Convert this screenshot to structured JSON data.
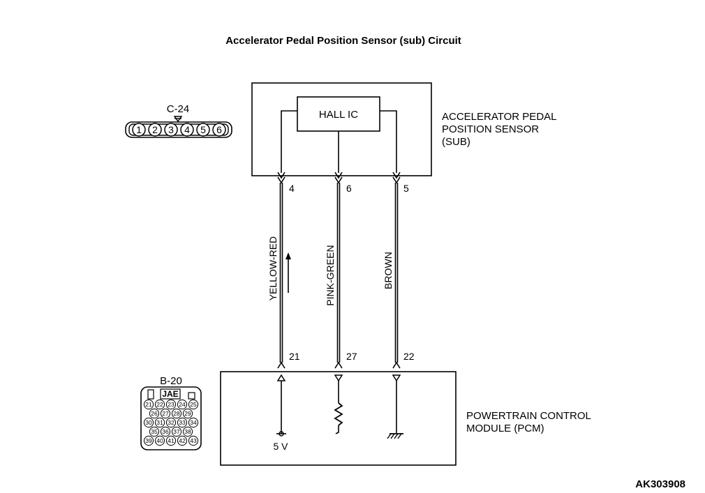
{
  "title": "Accelerator Pedal Position Sensor (sub) Circuit",
  "sensor": {
    "ic_label": "HALL IC",
    "name_lines": [
      "ACCELERATOR PEDAL",
      "POSITION SENSOR",
      "(SUB)"
    ]
  },
  "connector_c24": {
    "label": "C-24",
    "pins": [
      "1",
      "2",
      "3",
      "4",
      "5",
      "6"
    ]
  },
  "connector_b20": {
    "label": "B-20",
    "brand": "JAE",
    "rows": [
      [
        "21",
        "22",
        "23",
        "24",
        "25"
      ],
      [
        "26",
        "27",
        "28",
        "29"
      ],
      [
        "30",
        "31",
        "32",
        "33",
        "34"
      ],
      [
        "35",
        "36",
        "37",
        "38"
      ],
      [
        "39",
        "40",
        "41",
        "42",
        "43"
      ]
    ]
  },
  "wires": [
    {
      "sensor_pin": "4",
      "color": "YELLOW-RED",
      "pcm_pin": "21"
    },
    {
      "sensor_pin": "6",
      "color": "PINK-GREEN",
      "pcm_pin": "27"
    },
    {
      "sensor_pin": "5",
      "color": "BROWN",
      "pcm_pin": "22"
    }
  ],
  "pcm": {
    "name_lines": [
      "POWERTRAIN CONTROL",
      "MODULE (PCM)"
    ],
    "supply_label": "5 V"
  },
  "figure_code": "AK303908"
}
